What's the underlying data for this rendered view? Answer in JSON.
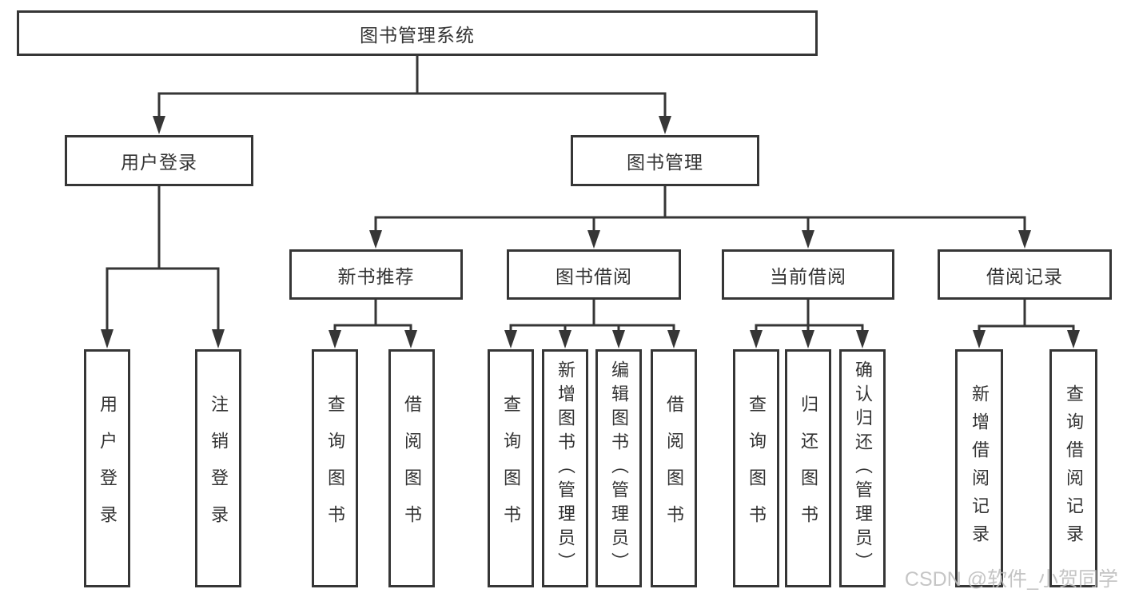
{
  "diagram": {
    "root": {
      "label": "图书管理系统"
    },
    "level2": [
      {
        "label": "用户登录"
      },
      {
        "label": "图书管理"
      }
    ],
    "level3": [
      {
        "label": "新书推荐"
      },
      {
        "label": "图书借阅"
      },
      {
        "label": "当前借阅"
      },
      {
        "label": "借阅记录"
      }
    ],
    "leaves": {
      "user_login": [
        "用户登录",
        "注销登录"
      ],
      "new_book": [
        "查询图书",
        "借阅图书"
      ],
      "book_borrow": [
        "查询图书",
        "新增图书（管理员）",
        "编辑图书（管理员）",
        "借阅图书"
      ],
      "current_borrow": [
        "查询图书",
        "归还图书",
        "确认归还（管理员）"
      ],
      "borrow_record": [
        "新增借阅记录",
        "查询借阅记录"
      ]
    }
  },
  "watermark": {
    "text": "CSDN @软件_小贺同学"
  },
  "colors": {
    "line": "#363636",
    "text": "#333333",
    "watermark": "#bcbcbc",
    "background": "#ffffff"
  }
}
